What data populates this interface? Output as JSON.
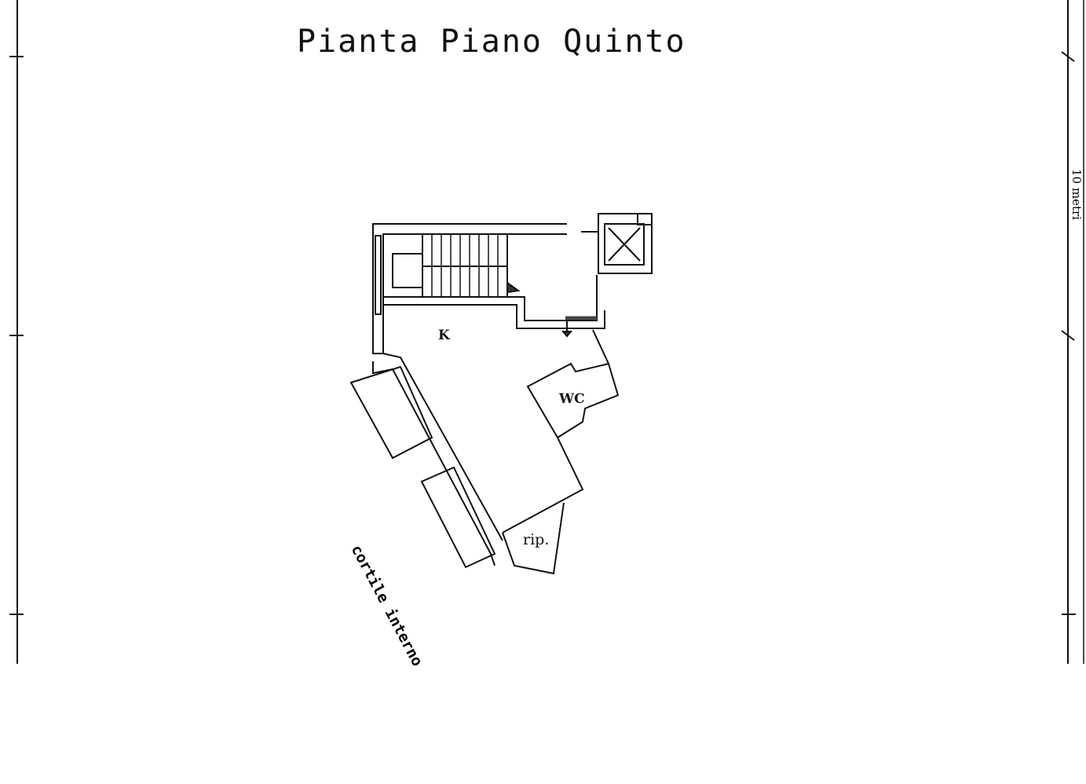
{
  "title": "Pianta Piano Quinto",
  "rooms": {
    "kitchen": "K",
    "wc": "WC",
    "storage": "rip."
  },
  "courtyard_label": "cortile interno",
  "scale_label": "10 metri"
}
